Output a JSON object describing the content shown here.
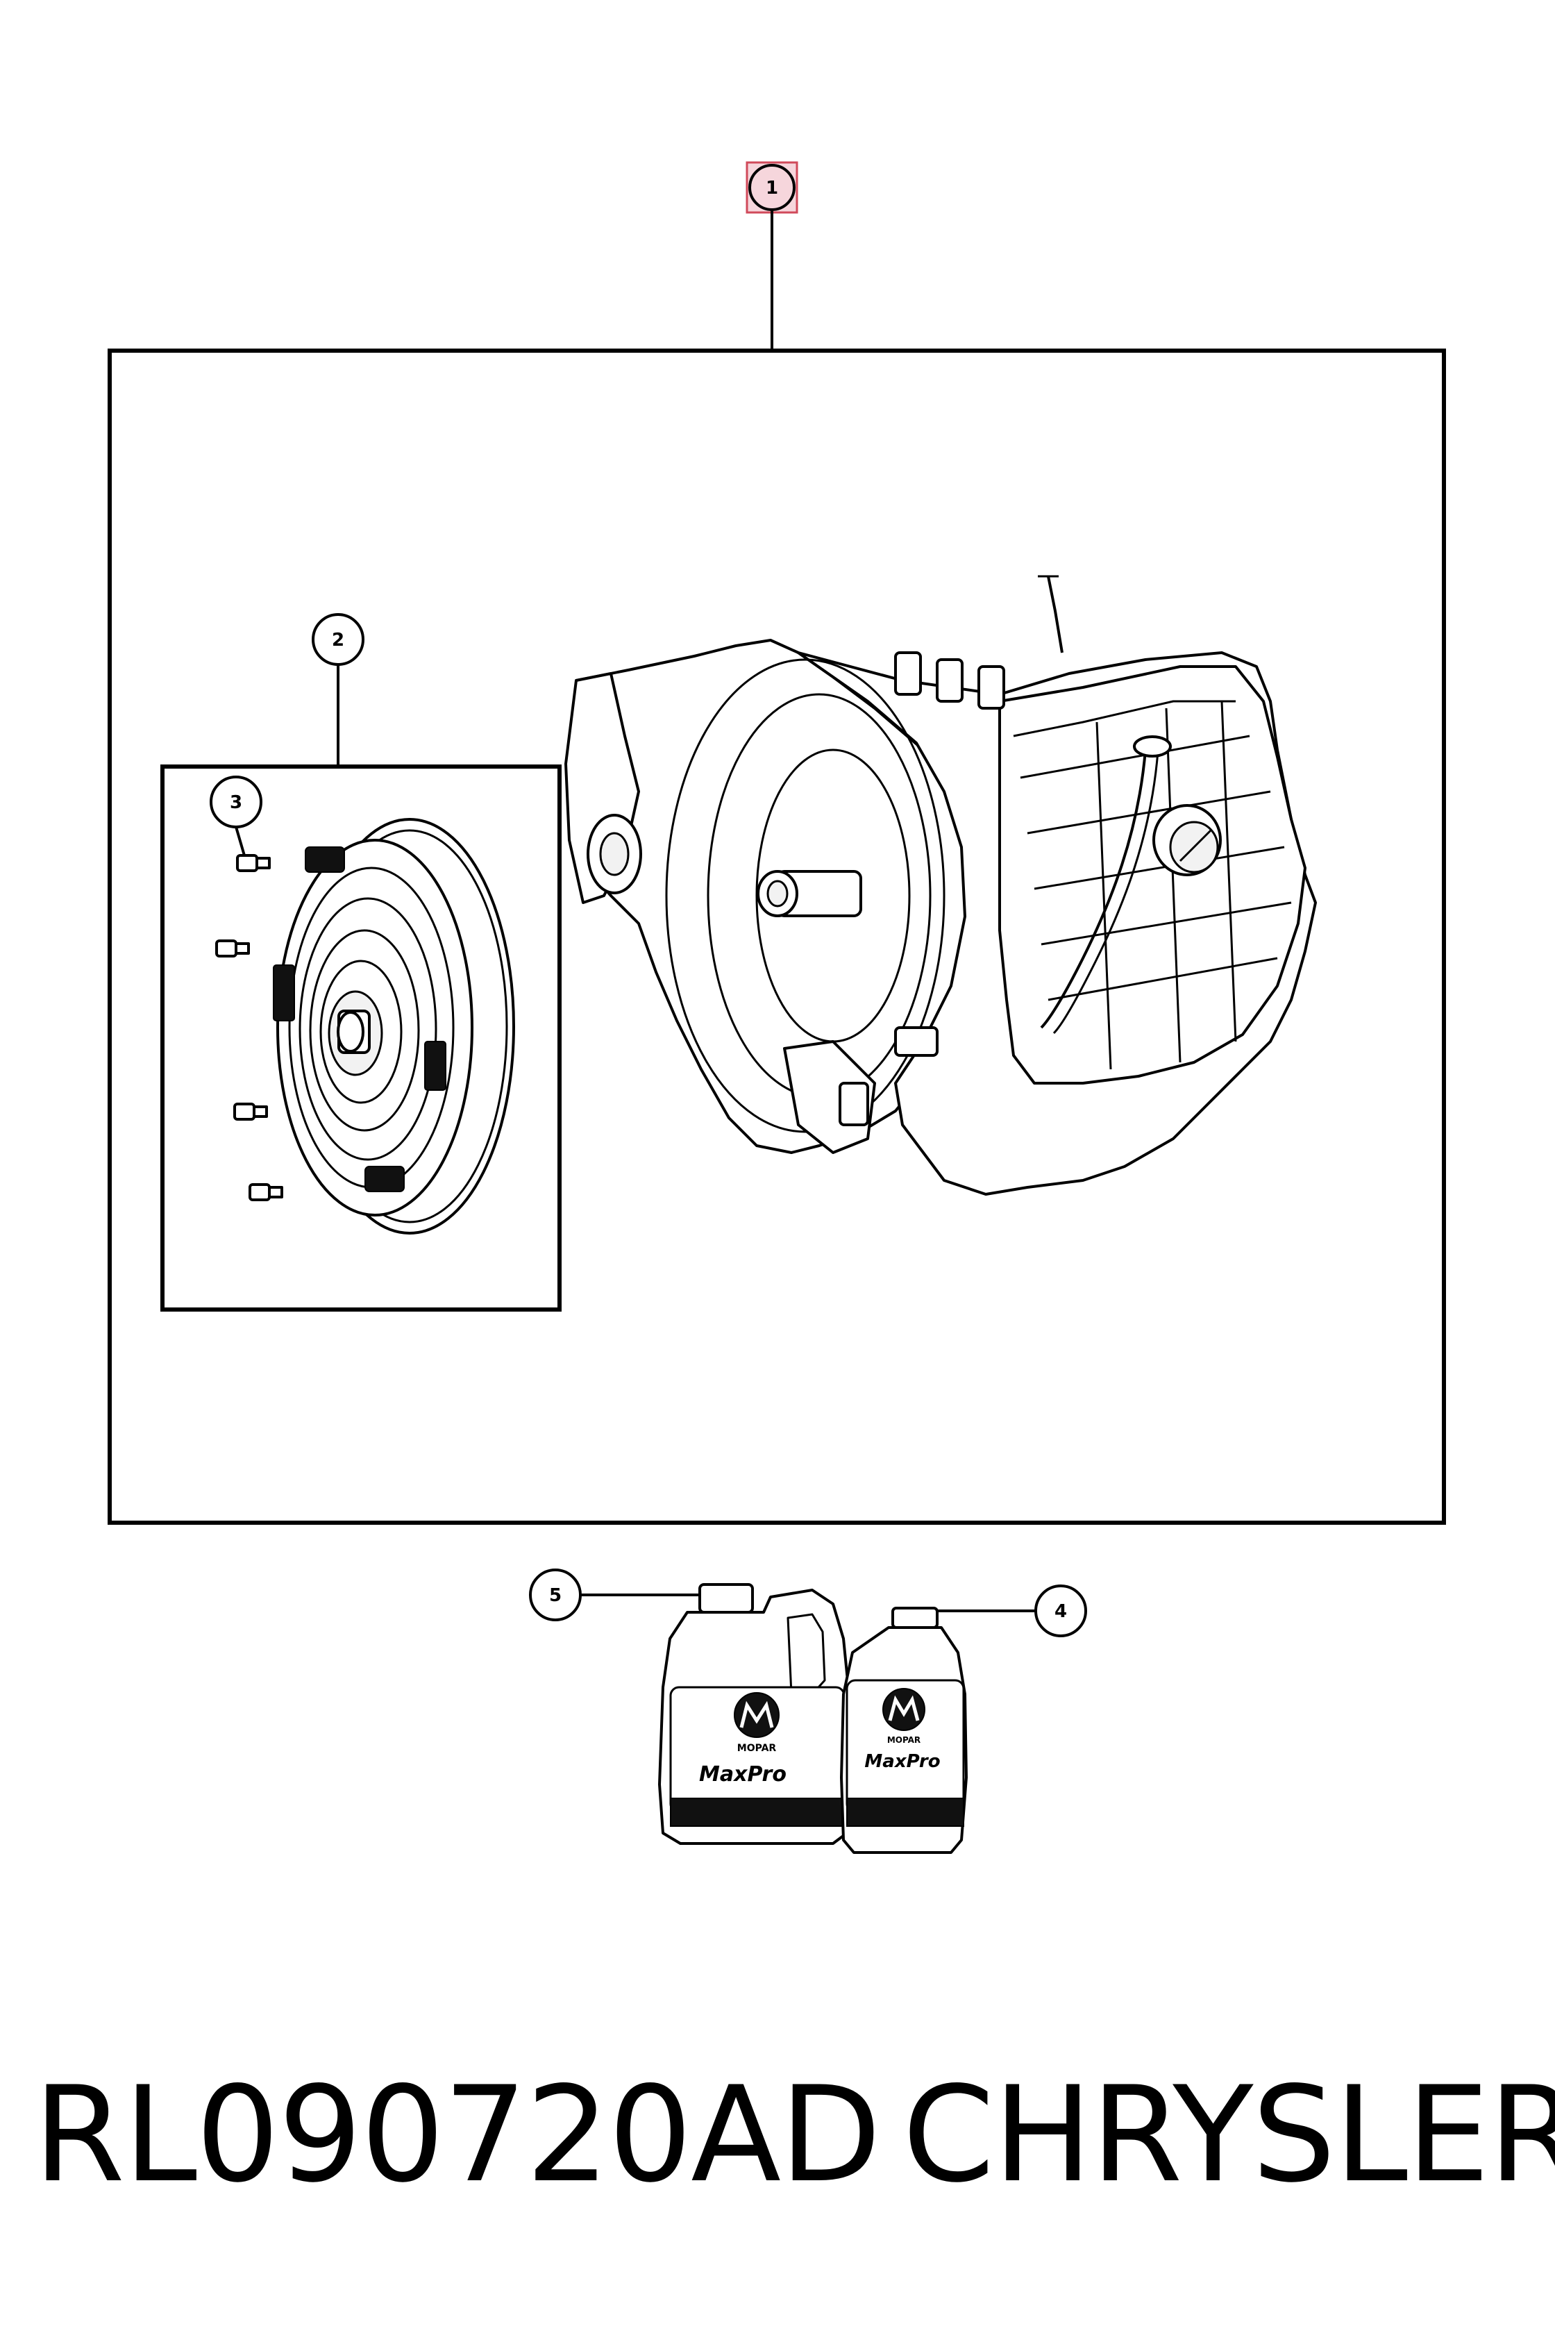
{
  "callouts": {
    "c1": "1",
    "c2": "2",
    "c3": "3",
    "c4": "4",
    "c5": "5"
  },
  "bottles": {
    "brand_large": "MOPAR",
    "product_large": "MaxPro",
    "brand_small": "MOPAR",
    "product_small": "MaxPro"
  },
  "footer": {
    "code": "RL090720AD",
    "brand": "CHRYSLER"
  },
  "colors": {
    "line": "#000000",
    "highlight_fill": "#f6d6dc",
    "highlight_stroke": "#d04a5a",
    "background": "#ffffff"
  }
}
